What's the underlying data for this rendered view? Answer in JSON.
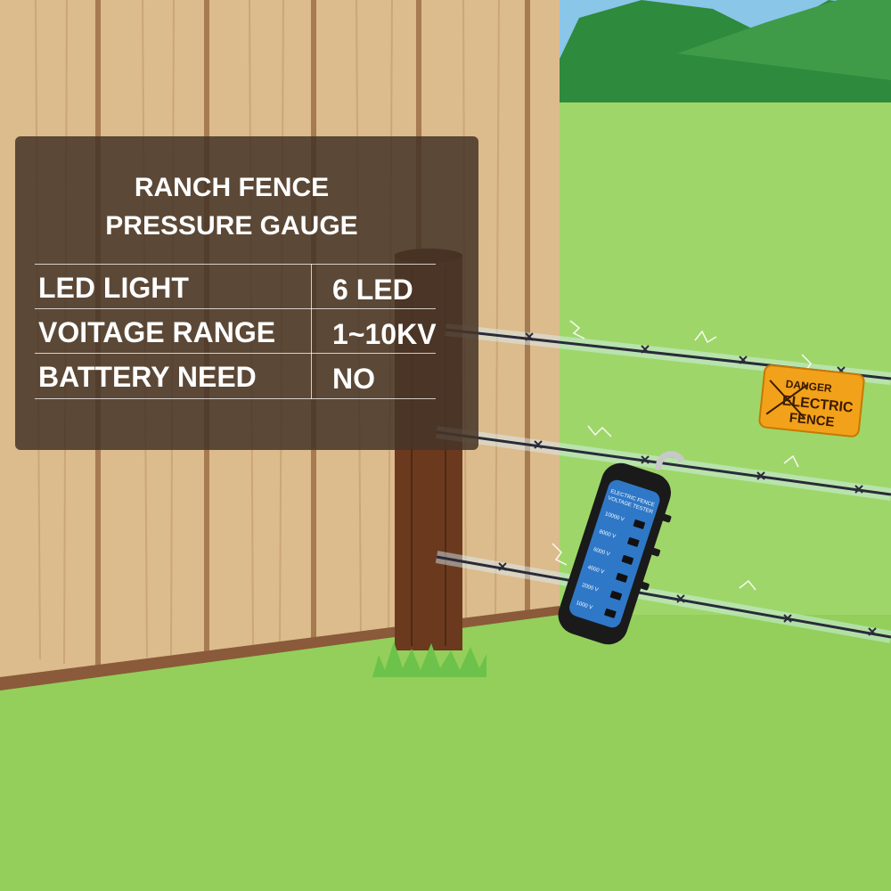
{
  "panel": {
    "title_line_1": "RANCH FENCE",
    "title_line_2": "PRESSURE GAUGE",
    "specs": [
      {
        "label": "LED LIGHT",
        "value": "6 LED"
      },
      {
        "label": "VOITAGE RANGE",
        "value": "1~10KV"
      },
      {
        "label": "BATTERY NEED",
        "value": "NO"
      }
    ]
  },
  "sign": {
    "line_1": "DANGER",
    "line_2": "ELECTRIC",
    "line_3": "FENCE"
  },
  "tester": {
    "title_1": "ELECTRIC FENCE",
    "title_2": "VOLTAGE TESTER",
    "levels": [
      "10000 V",
      "8000 V",
      "6000 V",
      "4000 V",
      "2000 V",
      "1000 V"
    ]
  },
  "colors": {
    "grass": "#9fd66a",
    "sky": "#8ac6e8",
    "hills": "#2e8a3c",
    "wood": "#d9b98e",
    "post": "#6b3a1e",
    "panel_bg": "#463428",
    "sign": "#f2a11a",
    "tester_body": "#1a1a1a",
    "tester_face": "#2f78c8"
  }
}
